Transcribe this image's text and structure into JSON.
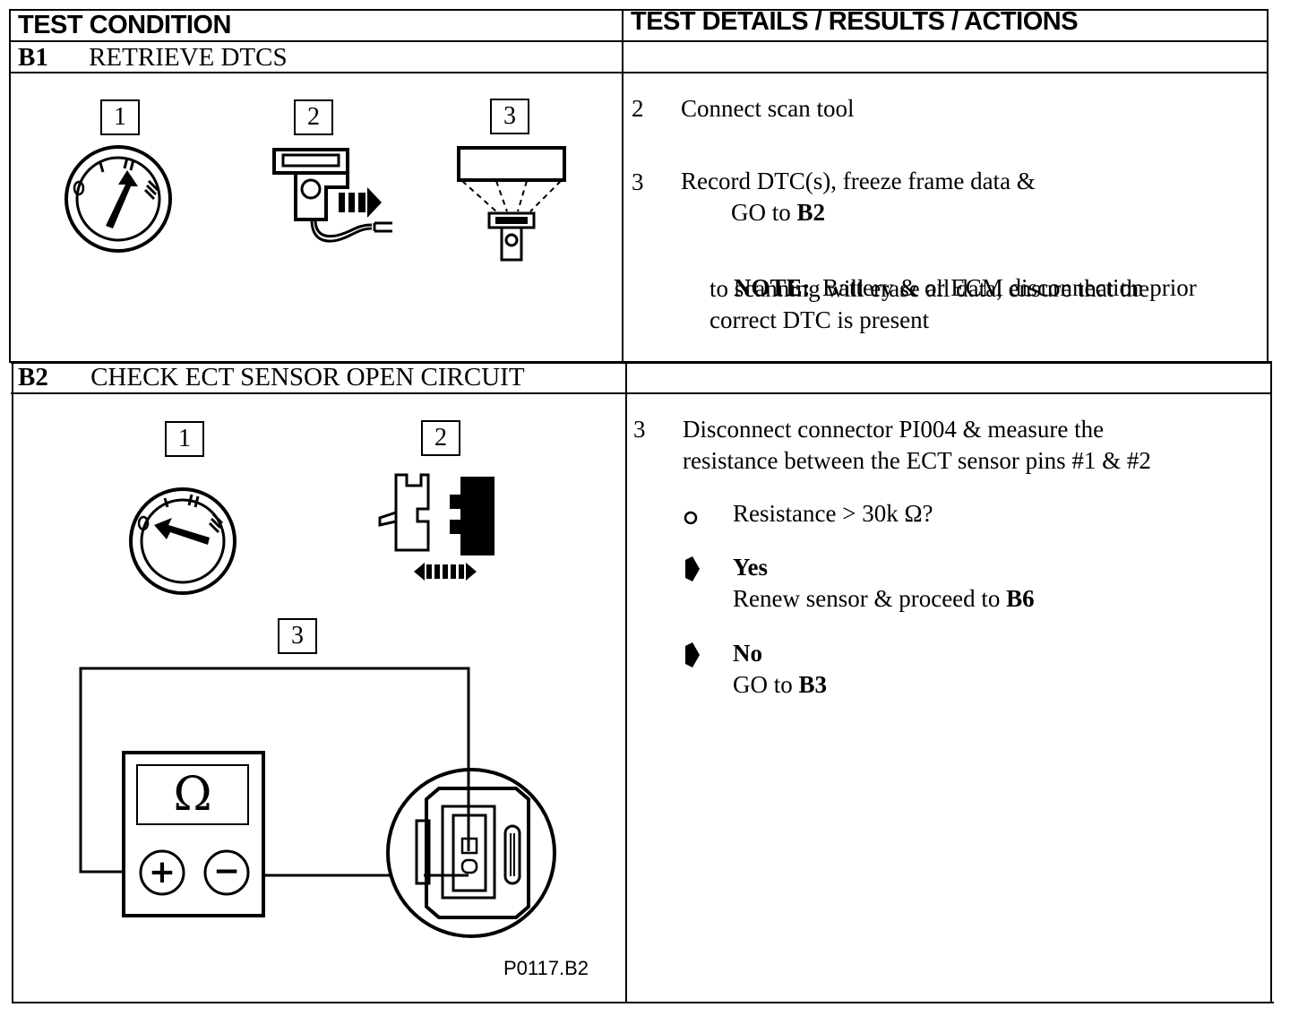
{
  "header": {
    "col1": "TEST CONDITION",
    "col2": "TEST DETAILS / RESULTS / ACTIONS"
  },
  "b1": {
    "code": "B1",
    "title": "RETRIEVE DTCS",
    "steps": [
      "1",
      "2",
      "3"
    ],
    "icons": [
      "ignition-key-icon",
      "scan-tool-connect-icon",
      "scan-tool-display-icon"
    ],
    "actions": [
      {
        "num": "2",
        "text": "Connect scan tool"
      },
      {
        "num": "3",
        "text": "Record DTC(s), freeze frame data &",
        "goto_prefix": "GO to ",
        "goto_target": "B2"
      }
    ],
    "note_label": "NOTE:",
    "note_text_1": "Battery & or ECM disconnection prior",
    "note_text_2": "to scanning will erase all data, ensure that the",
    "note_text_3": "correct DTC is present"
  },
  "b2": {
    "code": "B2",
    "title": "CHECK ECT SENSOR OPEN CIRCUIT",
    "steps": [
      "1",
      "2",
      "3"
    ],
    "icons": [
      "ignition-off-icon",
      "connector-disconnect-icon",
      "multimeter-icon",
      "ect-sensor-connector-icon"
    ],
    "meter_symbol": "Ω",
    "plus": "+",
    "minus": "−",
    "figure_ref": "P0117.B2",
    "action_num": "3",
    "action_line1": "Disconnect connector PI004 & measure the",
    "action_line2": "resistance between the ECT sensor pins #1 & #2",
    "question": "Resistance > 30k Ω?",
    "yes_label": "Yes",
    "yes_text": "Renew sensor & proceed to ",
    "yes_target": "B6",
    "no_label": "No",
    "no_text": "GO to ",
    "no_target": "B3"
  }
}
